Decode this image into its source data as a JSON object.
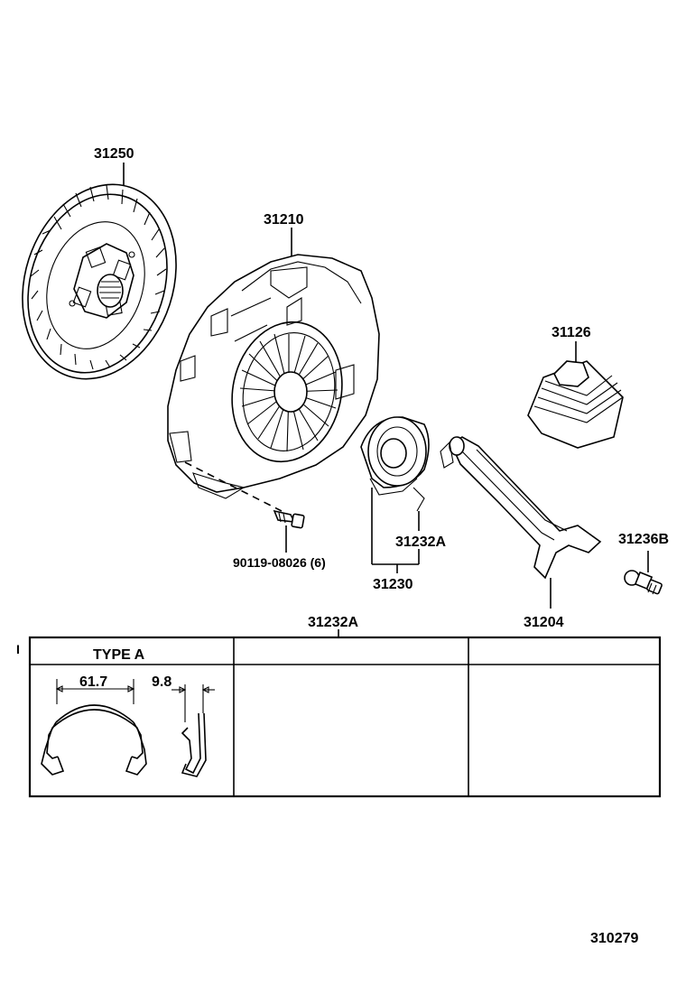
{
  "parts": {
    "clutch_disc": "31250",
    "clutch_cover": "31210",
    "boot": "31126",
    "bolt": "90119-08026 (6)",
    "clip": "31232A",
    "bearing_assy": "31230",
    "fork": "31204",
    "ball_stud": "31236B"
  },
  "table": {
    "header": "31232A",
    "marker": "I",
    "type_label": "TYPE  A",
    "dim_width": "61.7",
    "dim_depth": "9.8"
  },
  "diagram_id": "310279"
}
